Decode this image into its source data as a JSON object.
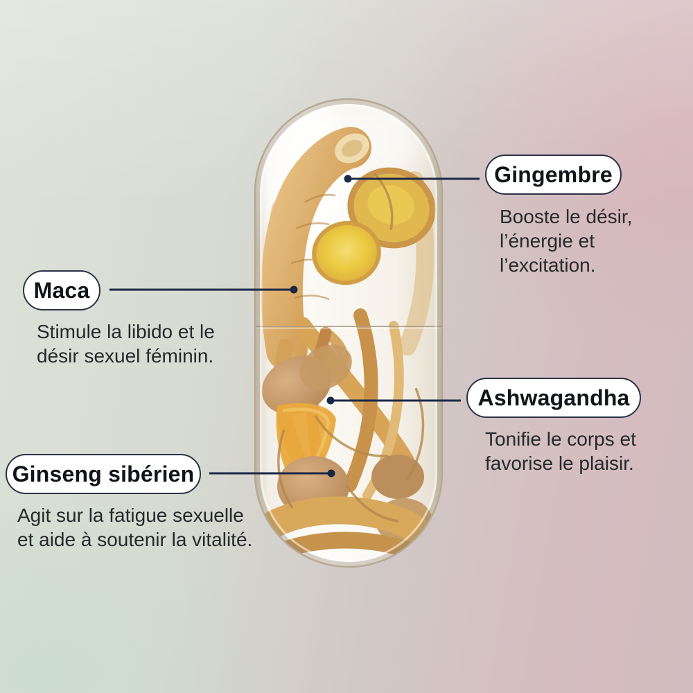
{
  "colors": {
    "connector_line": "#1b2847",
    "pill_border": "#2b3146",
    "pill_fill": "#ffffff",
    "label_text": "#111419",
    "description_text": "#26292b",
    "background_top_left": "#e0e4da",
    "background_top_right": "#d8bbbf",
    "background_bottom_left": "#cbdcd0",
    "background_bottom_right": "#cfc1be"
  },
  "illustration": {
    "name": "transparent-capsule-filled-with-ginseng-roots-and-ginger-slices"
  },
  "callouts": [
    {
      "label": "Gingembre",
      "description": "Booste le désir,\nl’énergie et l’excitation."
    },
    {
      "label": "Maca",
      "description": "Stimule la libido et le\ndésir sexuel féminin."
    },
    {
      "label": "Ashwagandha",
      "description": "Tonifie le corps et\nfavorise le plaisir."
    },
    {
      "label": "Ginseng sibérien",
      "description": "Agit sur la fatigue sexuelle\net aide à soutenir la vitalité."
    }
  ]
}
